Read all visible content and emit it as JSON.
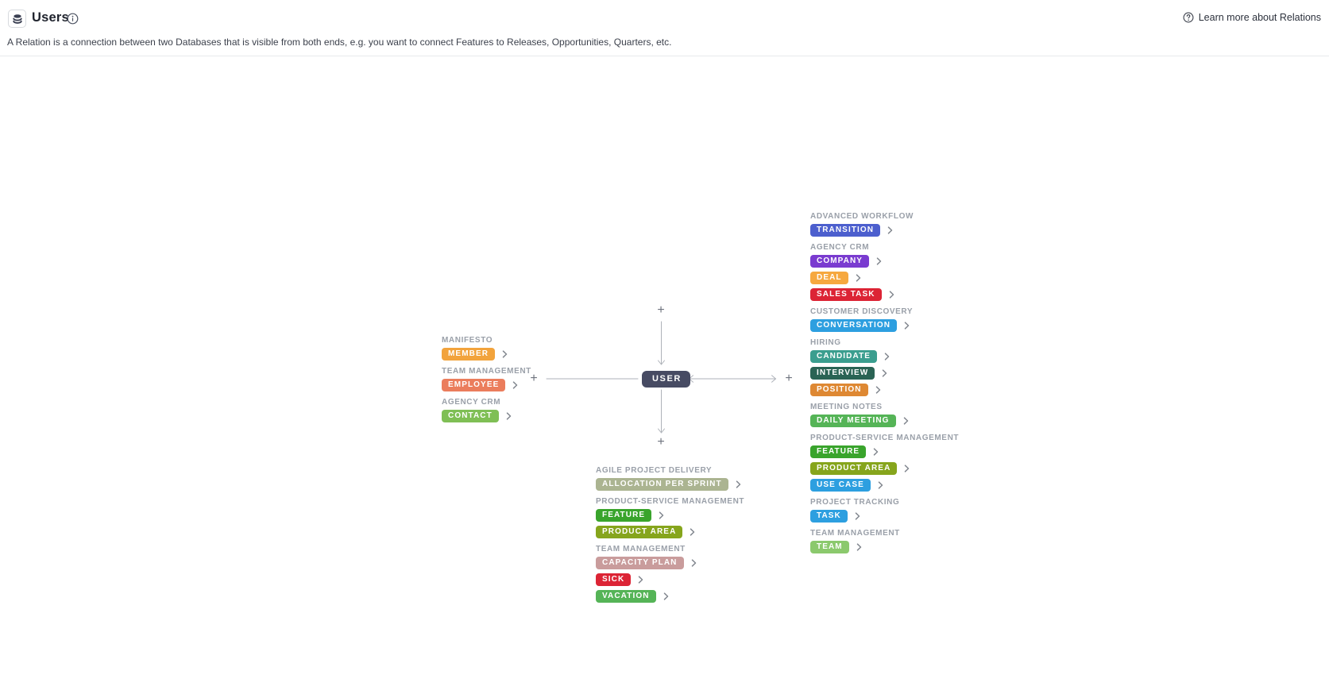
{
  "header": {
    "title": "Users",
    "subtitle": "A Relation is a connection between two Databases that is visible from both ends, e.g. you want to connect Features to Releases, Opportunities, Quarters, etc.",
    "learn_more_label": "Learn more about Relations",
    "entity_icon": "database-icon",
    "info_icon": "info-circle-icon",
    "help_icon": "question-circle-icon"
  },
  "center_node": {
    "label": "USER",
    "color": "#474B63"
  },
  "diagram": {
    "add_button_symbol": "+",
    "connector_color": "#aeb2b9",
    "left_groups": [
      {
        "label": "MANIFESTO",
        "badges": [
          {
            "label": "MEMBER",
            "color": "#F2A33C"
          }
        ]
      },
      {
        "label": "TEAM MANAGEMENT",
        "badges": [
          {
            "label": "EMPLOYEE",
            "color": "#EB7D5C"
          }
        ]
      },
      {
        "label": "AGENCY CRM",
        "badges": [
          {
            "label": "CONTACT",
            "color": "#7FBF55"
          }
        ]
      }
    ],
    "bottom_groups": [
      {
        "label": "AGILE PROJECT DELIVERY",
        "badges": [
          {
            "label": "ALLOCATION PER SPRINT",
            "color": "#ABB491"
          }
        ]
      },
      {
        "label": "PRODUCT-SERVICE MANAGEMENT",
        "badges": [
          {
            "label": "FEATURE",
            "color": "#39A42C"
          },
          {
            "label": "PRODUCT AREA",
            "color": "#86A51C"
          }
        ]
      },
      {
        "label": "TEAM MANAGEMENT",
        "badges": [
          {
            "label": "CAPACITY PLAN",
            "color": "#C99C9C"
          },
          {
            "label": "SICK",
            "color": "#DC2435"
          },
          {
            "label": "VACATION",
            "color": "#55B457"
          }
        ]
      }
    ],
    "right_groups": [
      {
        "label": "ADVANCED WORKFLOW",
        "badges": [
          {
            "label": "TRANSITION",
            "color": "#4C5FCE"
          }
        ]
      },
      {
        "label": "AGENCY CRM",
        "badges": [
          {
            "label": "COMPANY",
            "color": "#7A3BD0"
          },
          {
            "label": "DEAL",
            "color": "#F6A83F"
          },
          {
            "label": "SALES TASK",
            "color": "#DC2435"
          }
        ]
      },
      {
        "label": "CUSTOMER DISCOVERY",
        "badges": [
          {
            "label": "CONVERSATION",
            "color": "#2D9FE0"
          }
        ]
      },
      {
        "label": "HIRING",
        "badges": [
          {
            "label": "CANDIDATE",
            "color": "#3B9E8F"
          },
          {
            "label": "INTERVIEW",
            "color": "#2A6354"
          },
          {
            "label": "POSITION",
            "color": "#DE8833"
          }
        ]
      },
      {
        "label": "MEETING NOTES",
        "badges": [
          {
            "label": "DAILY MEETING",
            "color": "#55B457"
          }
        ]
      },
      {
        "label": "PRODUCT-SERVICE MANAGEMENT",
        "badges": [
          {
            "label": "FEATURE",
            "color": "#39A42C"
          },
          {
            "label": "PRODUCT AREA",
            "color": "#86A51C"
          },
          {
            "label": "USE CASE",
            "color": "#2D9FE0"
          }
        ]
      },
      {
        "label": "PROJECT TRACKING",
        "badges": [
          {
            "label": "TASK",
            "color": "#2D9FE0"
          }
        ]
      },
      {
        "label": "TEAM MANAGEMENT",
        "badges": [
          {
            "label": "TEAM",
            "color": "#8BC96D"
          }
        ]
      }
    ]
  }
}
